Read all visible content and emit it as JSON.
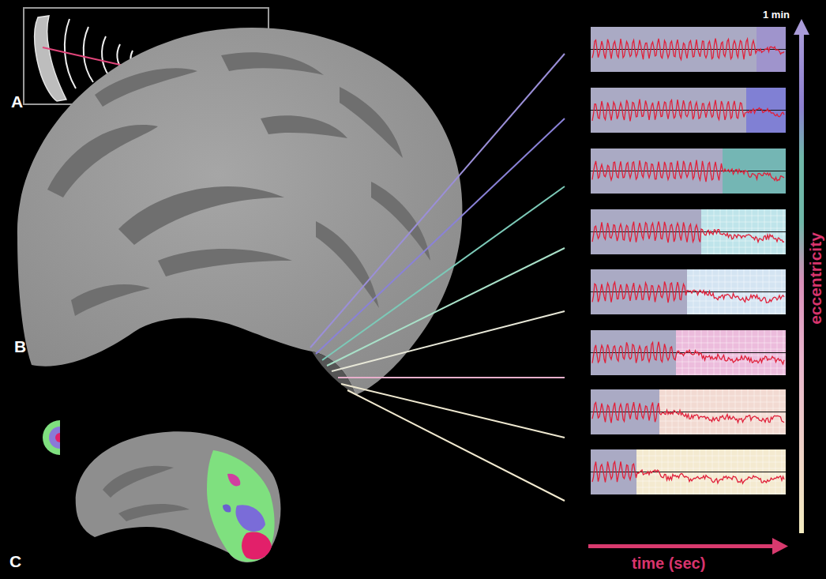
{
  "diagram": {
    "labels": [
      "A",
      "B",
      "C",
      "1 min",
      "eccentricity",
      "time (sec)"
    ]
  }
}
